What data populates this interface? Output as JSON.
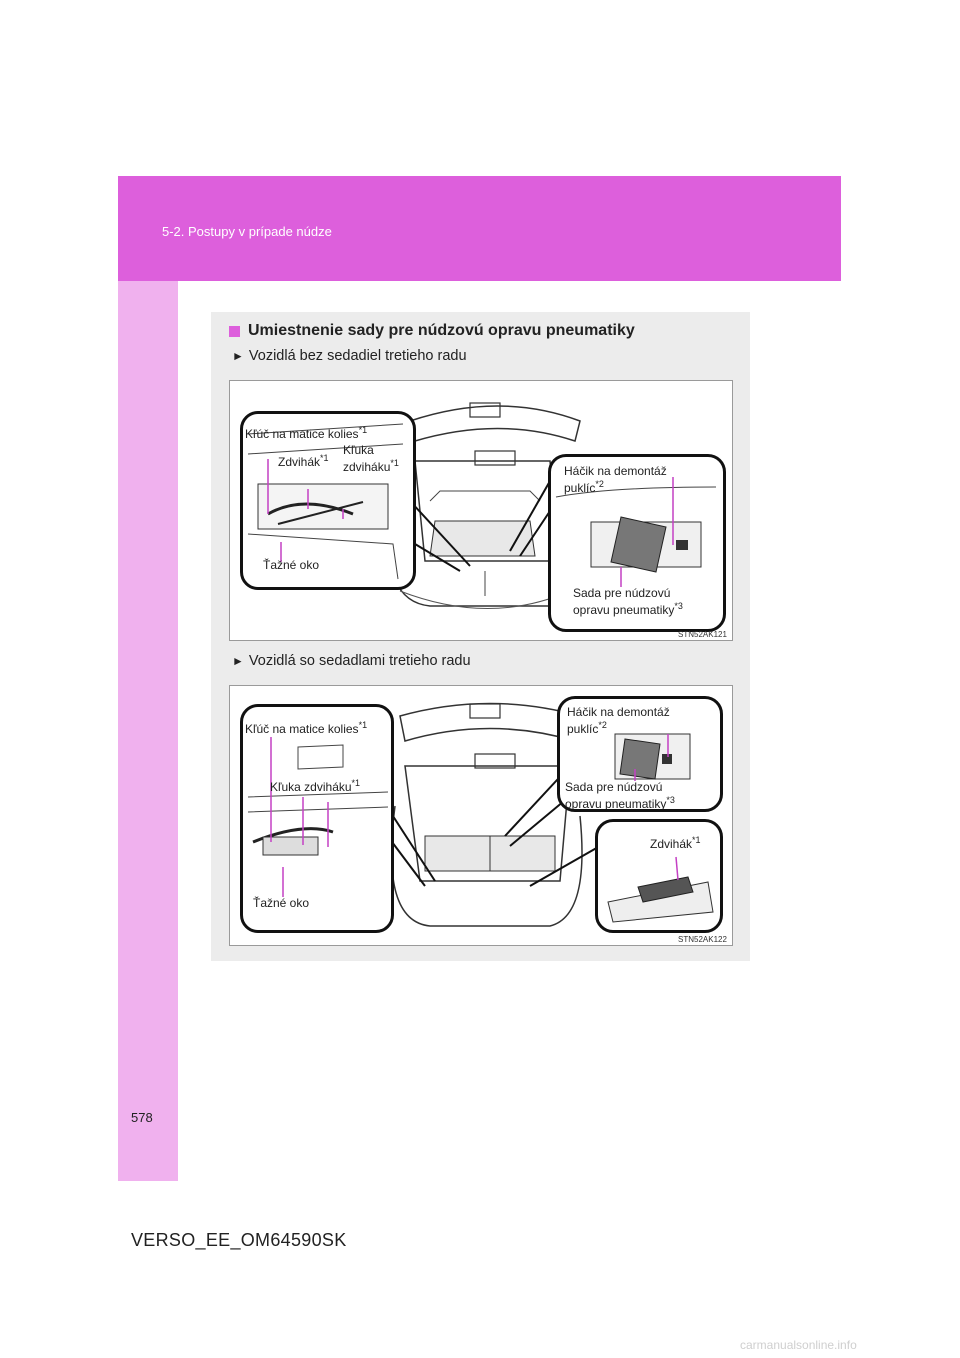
{
  "header": {
    "section": "5-2. Postupy v prípade núdze"
  },
  "section_heading": "Umiestnenie sady pre núdzovú opravu pneumatiky",
  "figure1": {
    "subheading": "Vozidlá bez sedadiel tretieho radu",
    "labels": {
      "wrench": "Kľúč na matice kolies",
      "wrench_sup": "*1",
      "jack": "Zdvihák",
      "jack_sup": "*1",
      "handle_line1": "Kľuka",
      "handle_line2": "zdviháku",
      "handle_sup": "*1",
      "towing_eye": "Ťažné oko",
      "hook_line1": "Háčik na demontáž",
      "hook_line2": "puklíc",
      "hook_sup": "*2",
      "kit_line1": "Sada pre núdzovú",
      "kit_line2": "opravu pneumatiky",
      "kit_sup": "*3"
    },
    "code": "STN52AK121"
  },
  "figure2": {
    "subheading": "Vozidlá so sedadlami tretieho radu",
    "labels": {
      "wrench": "Kľúč na matice kolies",
      "wrench_sup": "*1",
      "handle": "Kľuka zdviháku",
      "handle_sup": "*1",
      "towing_eye": "Ťažné oko",
      "hook_line1": "Háčik na demontáž",
      "hook_line2": "puklíc",
      "hook_sup": "*2",
      "kit_line1": "Sada pre núdzovú",
      "kit_line2": "opravu pneumatiky",
      "kit_sup": "*3",
      "jack": "Zdvihák",
      "jack_sup": "*1"
    },
    "code": "STN52AK122"
  },
  "page_number": "578",
  "doc_code": "VERSO_EE_OM64590SK",
  "watermark": "carmanualsonline.info",
  "colors": {
    "header": "#dd5fdc",
    "side_strip": "#f0b1ee",
    "content_bg": "#ececec",
    "leader": "#c440c4"
  }
}
